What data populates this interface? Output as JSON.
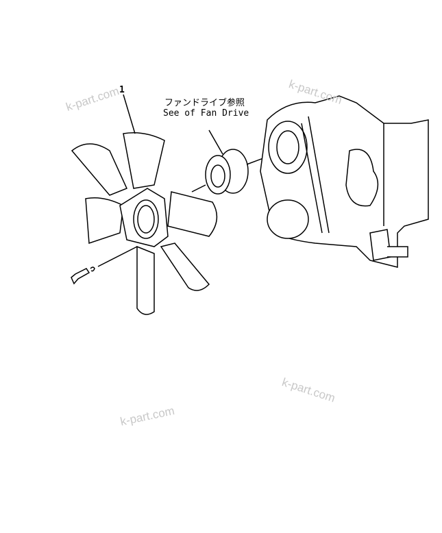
{
  "callout": {
    "japanese": "ファンドライブ参照",
    "english": "See of Fan Drive"
  },
  "part_numbers": [
    "1"
  ],
  "watermark": "k-part.com",
  "colors": {
    "line": "#000000",
    "watermark": "#c8c8c8"
  }
}
